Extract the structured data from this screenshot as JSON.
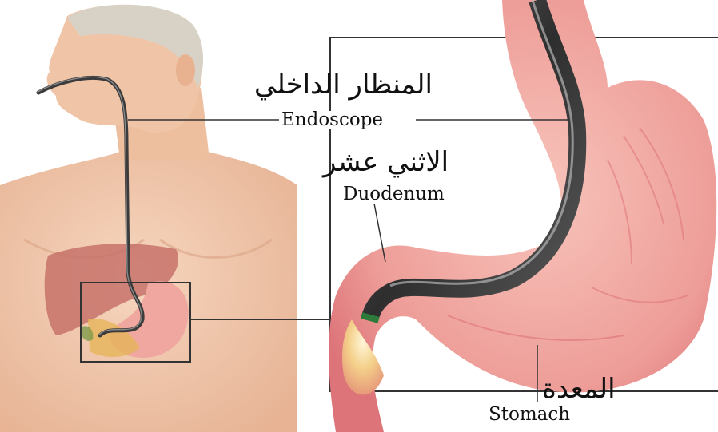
{
  "labels": {
    "endoscope_en": "Endoscope",
    "endoscope_ar": "المنظار الداخلي",
    "duodenum_en": "Duodenum",
    "duodenum_ar": "الاثني عشر",
    "stomach_en": "Stomach",
    "stomach_ar": "المعدة"
  },
  "colors": {
    "skin": "#f2c9ac",
    "skin_shadow": "#e4ad8c",
    "hair": "#d9d3c8",
    "liver": "#c7726a",
    "stomach_outer": "#f3b3a8",
    "stomach_inner": "#e8868a",
    "stomach_wall": "#d9686f",
    "endoscope": "#3a3a3a",
    "endoscope_highlight": "#9a9a9a",
    "frame": "#333333"
  }
}
